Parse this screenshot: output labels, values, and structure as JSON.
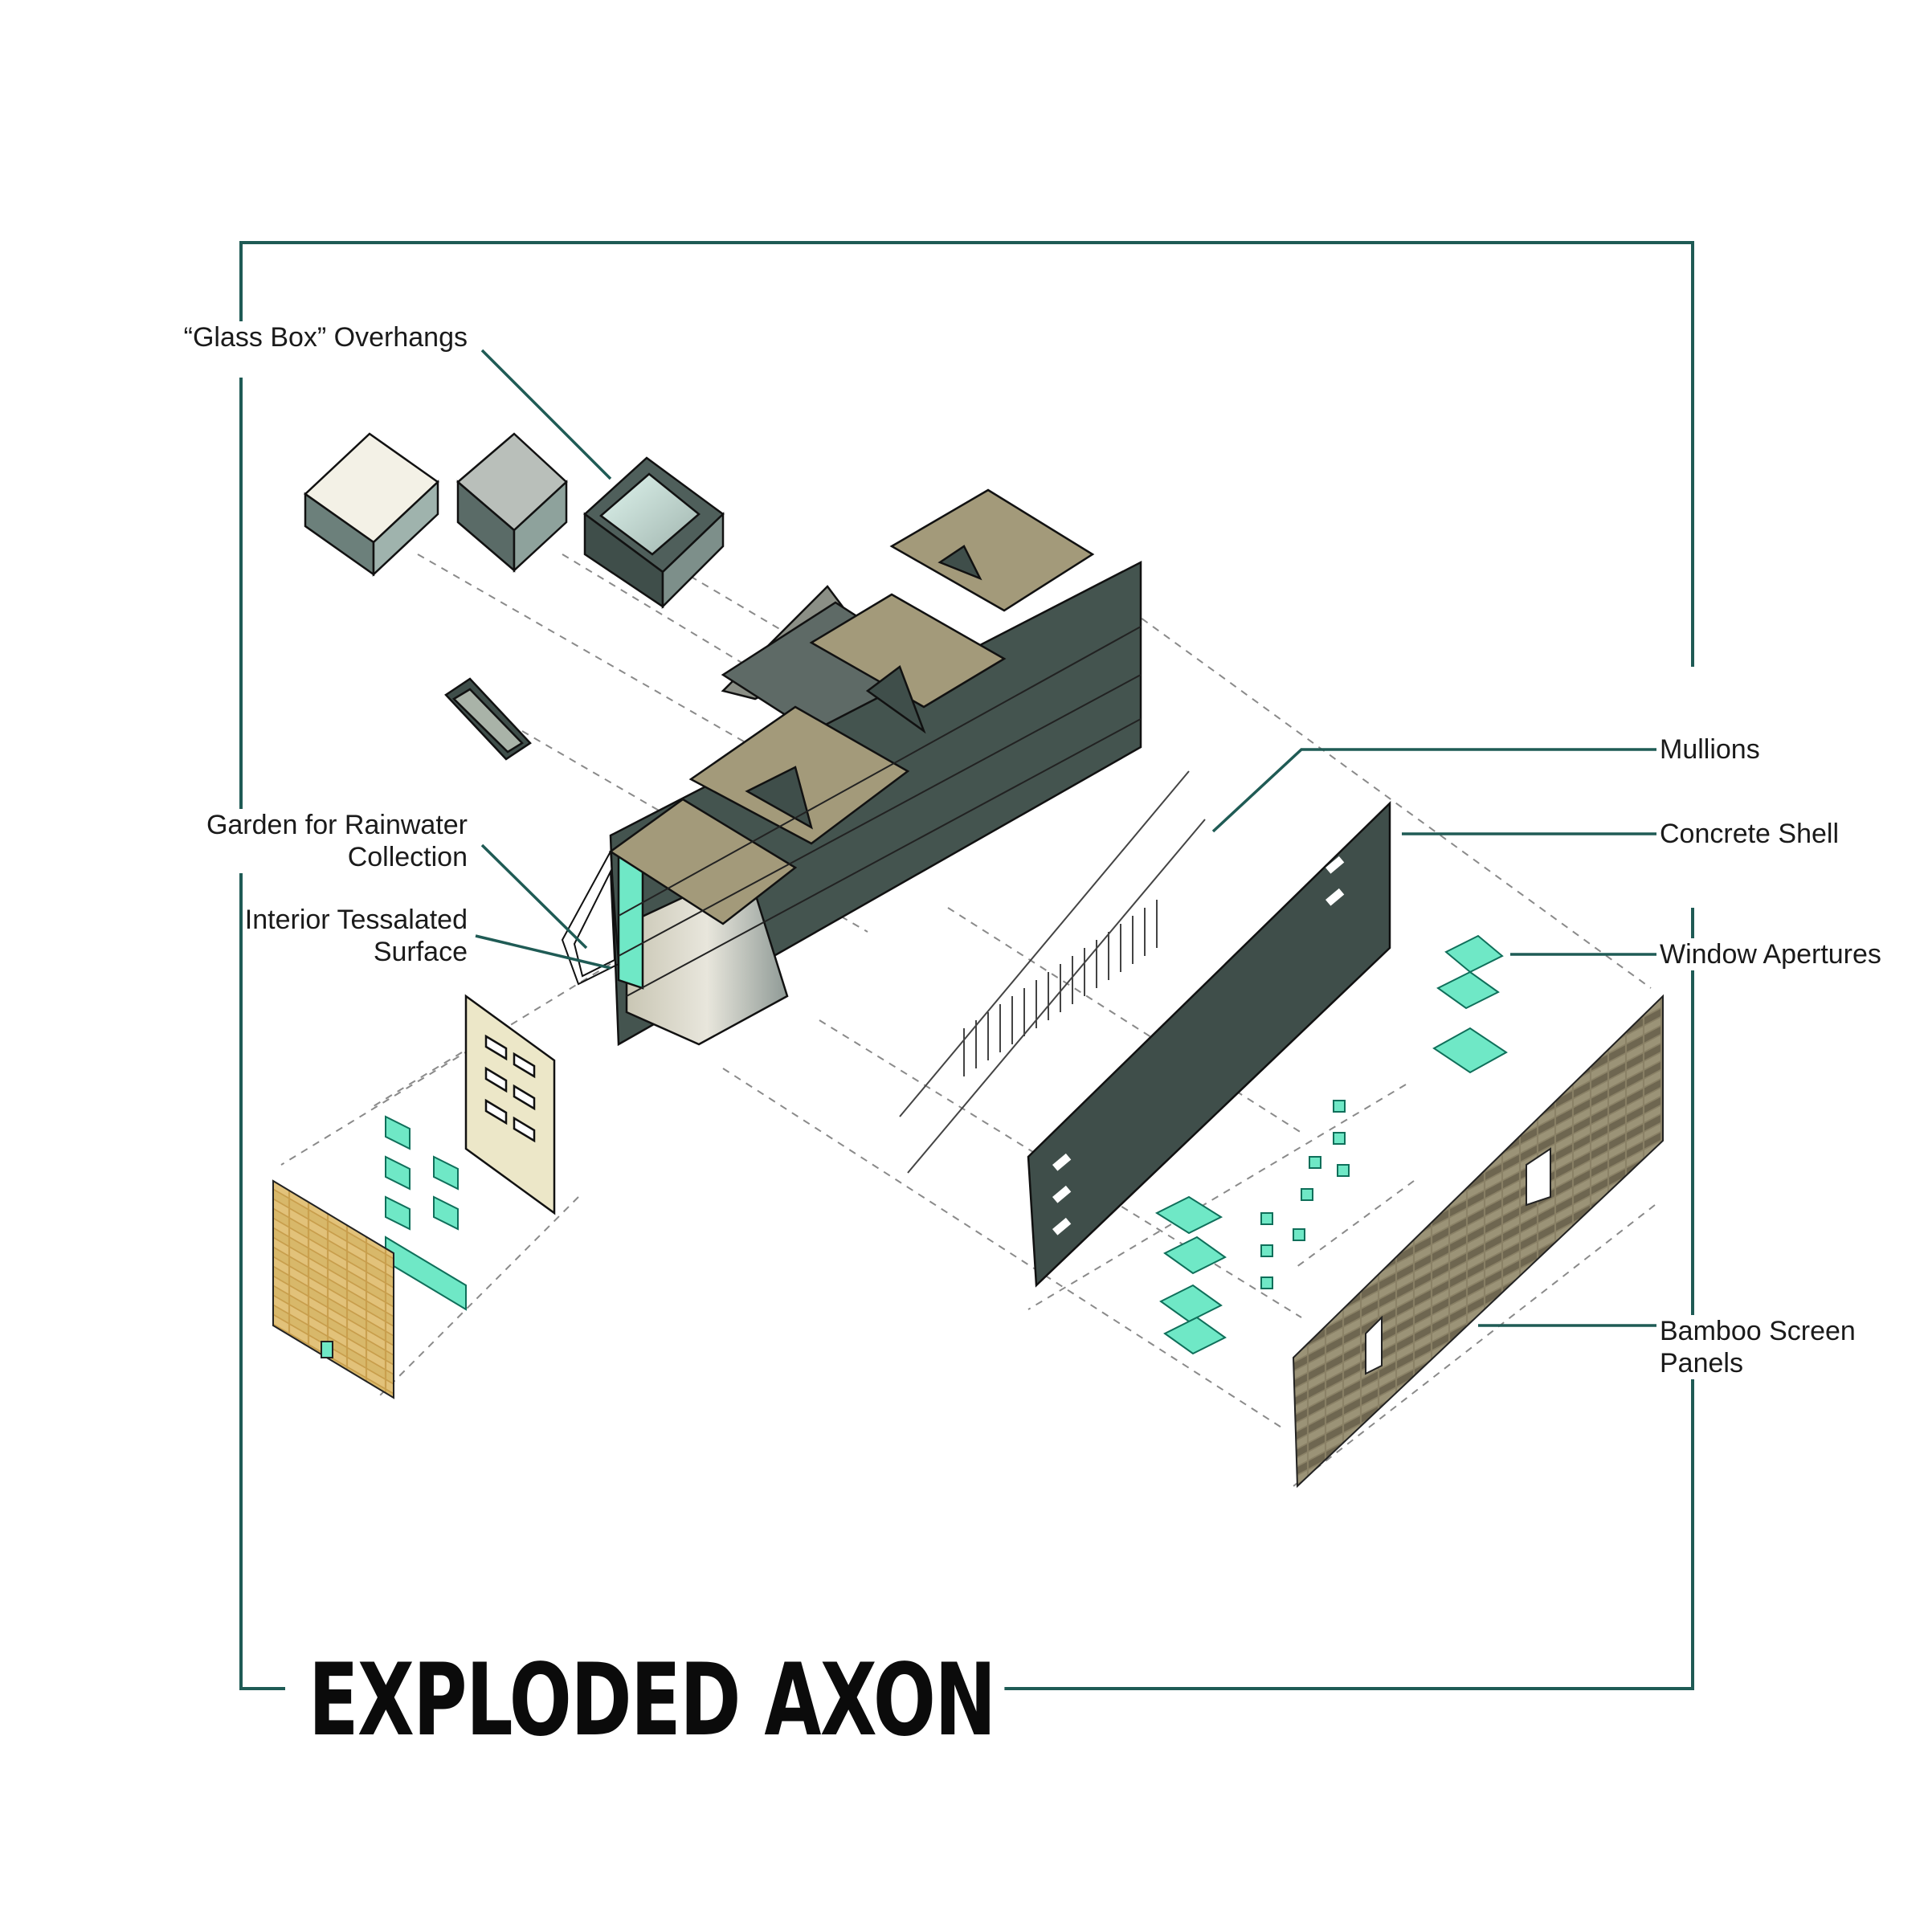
{
  "title": "EXPLODED AXON",
  "labels": {
    "glass_box": "“Glass Box” Overhangs",
    "garden_line1": "Garden for Rainwater",
    "garden_line2": "Collection",
    "interior_line1": "Interior Tessalated",
    "interior_line2": "Surface",
    "mullions": "Mullions",
    "concrete_shell": "Concrete Shell",
    "window_apertures": "Window Apertures",
    "bamboo_line1": "Bamboo Screen",
    "bamboo_line2": "Panels"
  },
  "colors": {
    "frame": "#1f5b55",
    "concrete": "#3f4e4a",
    "roof": "#a39a7a",
    "glass": "#6fe8c6",
    "bamboo_dark": "#6e6650",
    "bamboo_light": "#d8b86a",
    "panel_cream": "#ece7c8"
  }
}
